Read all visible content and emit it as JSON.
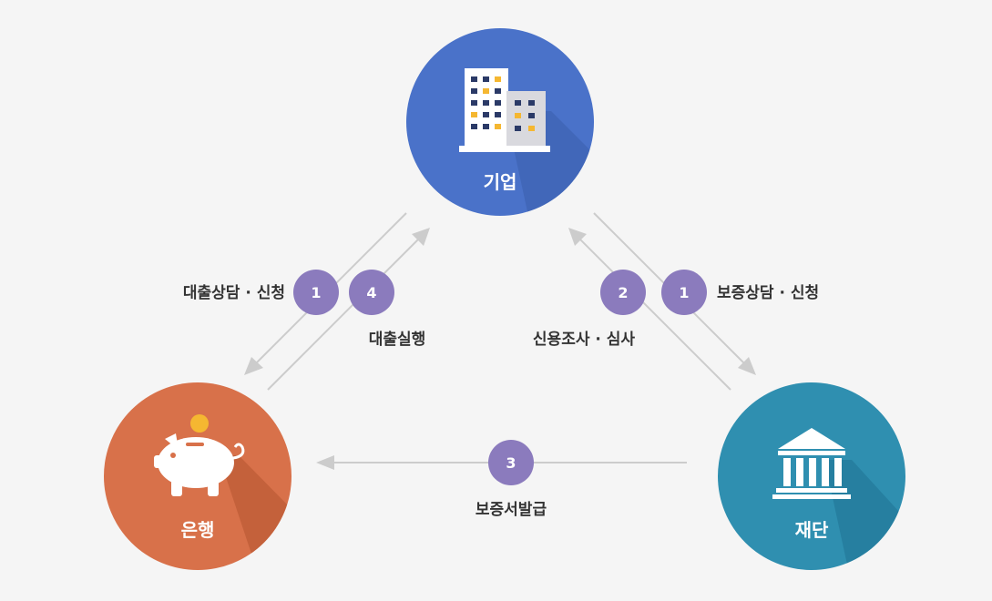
{
  "colors": {
    "background": "#f5f5f5",
    "company": "#4a72c9",
    "bank": "#d8714a",
    "foundation": "#2f8fb0",
    "badge": "#8b7bbd",
    "arrow": "#cccccc",
    "text": "#333333"
  },
  "nodes": {
    "company": {
      "label": "기업",
      "icon": "office-buildings-icon"
    },
    "bank": {
      "label": "은행",
      "icon": "piggy-bank-icon"
    },
    "foundation": {
      "label": "재단",
      "icon": "bank-building-icon"
    }
  },
  "steps": {
    "loan_request": {
      "number": "1",
      "label": "대출상담 · 신청"
    },
    "loan_execution": {
      "number": "4",
      "label": "대출실행"
    },
    "credit_review": {
      "number": "2",
      "label": "신용조사 · 심사"
    },
    "guarantee_request": {
      "number": "1",
      "label": "보증상담 · 신청"
    },
    "guarantee_issue": {
      "number": "3",
      "label": "보증서발급"
    }
  }
}
